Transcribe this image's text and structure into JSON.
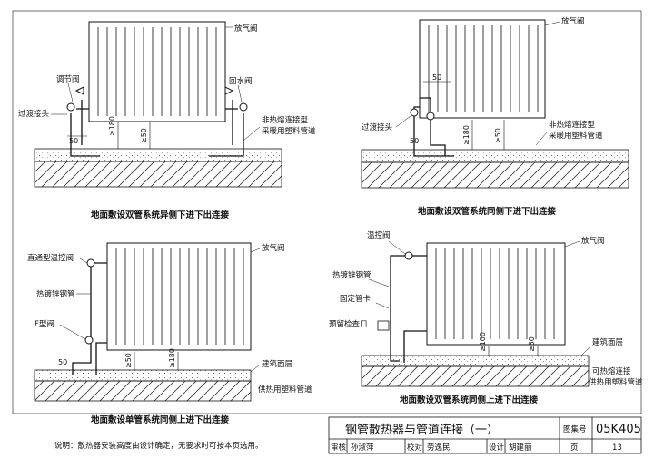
{
  "panels": {
    "tl": {
      "caption": "地面敷设双管系统异侧下进下出连接",
      "labels": {
        "air_valve": "放气阀",
        "regulating_valve": "调节阀",
        "return_valve": "回水阀",
        "transition_joint": "过渡接头",
        "pipe_line1": "非热熔连接型",
        "pipe_line2": "采暖用塑料管道"
      },
      "dims": {
        "d50": "50",
        "d180": "≥180",
        "d50b": "≥50"
      }
    },
    "tr": {
      "caption": "地面敷设双管系统同侧下进下出连接",
      "labels": {
        "air_valve": "放气阀",
        "transition_joint": "过渡接头",
        "pipe_line1": "非热熔连接型",
        "pipe_line2": "采暖用塑料管道"
      },
      "dims": {
        "d50": "50",
        "d50s": "50",
        "d180": "≥180",
        "d50b": "≥50"
      }
    },
    "bl": {
      "caption": "地面敷设单管系统同侧上进下出连接",
      "labels": {
        "air_valve": "放气阀",
        "thermo_valve": "直通型温控阀",
        "galv_pipe": "热镀锌钢管",
        "f_valve": "F型阀",
        "floor_surface": "建筑面层",
        "heating_pipe": "供热用塑料管道"
      },
      "dims": {
        "d50": "50",
        "d50b": "≥50",
        "d180": "≥180"
      }
    },
    "br": {
      "caption": "地面敷设双管系统同侧上进下出连接",
      "labels": {
        "thermo_valve": "温控阀",
        "air_valve": "放气阀",
        "galv_pipe": "热镀锌钢管",
        "fixed_clamp": "固定管卡",
        "sleeve": "预留检查口",
        "floor_surface": "建筑面层",
        "pipe_line1": "可热熔连接",
        "pipe_line2": "供热用塑料管道"
      },
      "dims": {
        "d100": "≥100",
        "d50b": "≥50"
      }
    }
  },
  "note": "说明：散热器安装高度由设计确定，无要求时可按本页选用。",
  "title_block": {
    "title": "钢管散热器与管道连接（一）",
    "atlas_label": "图集号",
    "atlas_no": "05K405",
    "review_label": "审核",
    "reviewer": "孙淑萍",
    "check_label": "校对",
    "checker": "劳逸民",
    "design_label": "设计",
    "designer": "胡建丽",
    "page_label": "页",
    "page_no": "13"
  },
  "colors": {
    "line": "#111111",
    "hatch": "#333333",
    "background": "#ffffff"
  }
}
